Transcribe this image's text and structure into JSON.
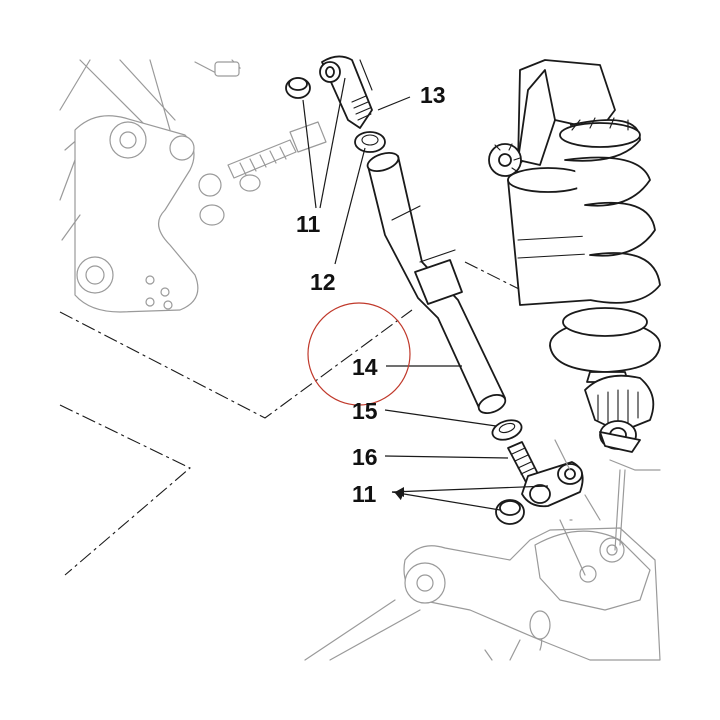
{
  "diagram": {
    "callouts": {
      "c11_top": "11",
      "c12": "12",
      "c13": "13",
      "c14": "14",
      "c15": "15",
      "c16": "16",
      "c11_bottom": "11"
    },
    "highlight_color": "#c0392b"
  }
}
